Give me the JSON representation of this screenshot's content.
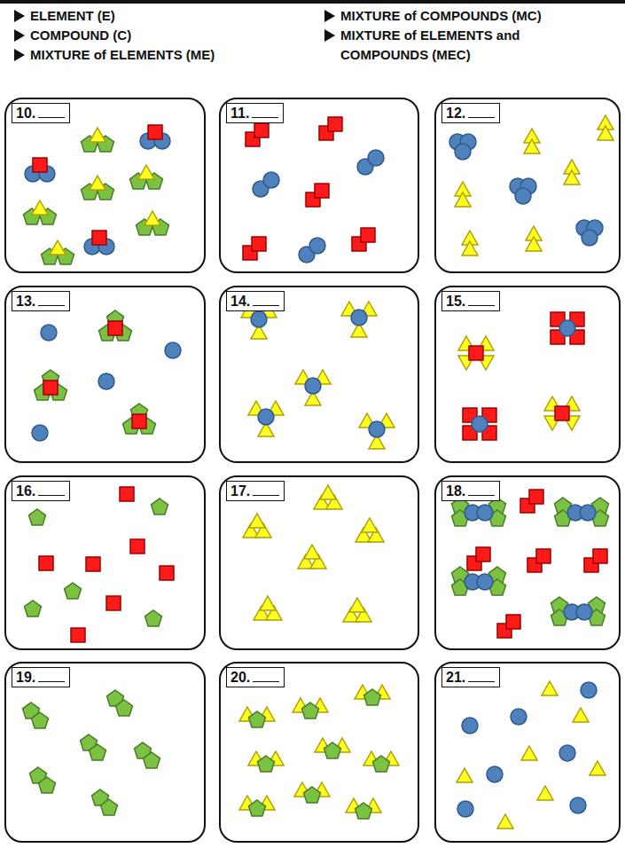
{
  "diagram": {
    "nodes": [
      {
        "text": [
          "10."
        ]
      },
      {
        "text": [
          "11."
        ]
      },
      {
        "text": [
          "12."
        ]
      },
      {
        "text": [
          "13."
        ]
      },
      {
        "text": [
          "14."
        ]
      },
      {
        "text": [
          "15."
        ]
      },
      {
        "text": [
          "16."
        ]
      },
      {
        "text": [
          "17."
        ]
      },
      {
        "text": [
          "18."
        ]
      },
      {
        "text": [
          "19."
        ]
      },
      {
        "text": [
          "20."
        ]
      },
      {
        "text": [
          "21."
        ]
      }
    ],
    "labels": [
      "ELEMENT (E)",
      "COMPOUND (C)",
      "MIXTURE of ELEMENTS (ME)",
      "MIXTURE of COMPOUNDS (MC)",
      "MIXTURE of ELEMENTS and COMPOUNDS (MEC)"
    ]
  }
}
